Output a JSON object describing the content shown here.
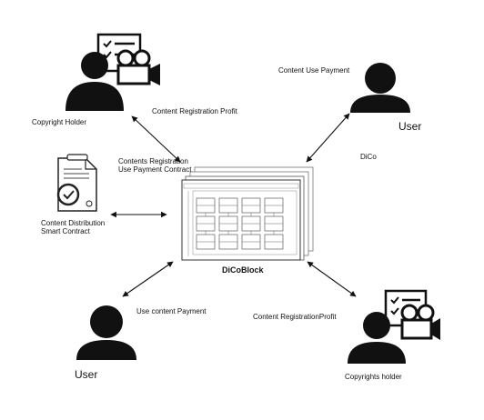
{
  "labels": {
    "copyright_holder": "Copyright Holder",
    "content_registration_profit_top": "Content Registration Profit",
    "content_use_payment": "Content Use Payment",
    "user_top_right": "User",
    "dico": "DiCo",
    "contents_registration": "Contents Registration",
    "use_payment_contract": "Use Payment Contract",
    "content_distribution": "Content Distribution",
    "smart_contract": "Smart Contract",
    "dicoblock": "DiCoBlock",
    "use_content_payment": "Use content Payment",
    "content_registration_profit_bottom": "Content RegistrationProfit",
    "user_bottom_left": "User",
    "copyrights_holder": "Copyrights holder"
  },
  "icons": {
    "copyright_holder_top": "person-with-checklist-and-camera-icon",
    "user_top_right": "person-icon",
    "smart_contract": "certificate-document-icon",
    "dicoblock": "blockchain-ledger-stack-icon",
    "user_bottom_left": "person-icon",
    "copyrights_holder_bottom": "person-with-checklist-and-camera-icon"
  }
}
